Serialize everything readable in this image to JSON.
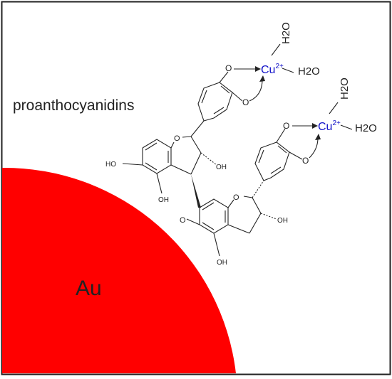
{
  "labels": {
    "title": "proanthocyanidins",
    "gold": "Au",
    "oh": "OH",
    "ho": "HO",
    "o": "O",
    "cu": "Cu",
    "cu_charge": "2+",
    "water": "H2O"
  },
  "colors": {
    "gold_particle": "#ff0000",
    "copper_ion": "#1010c8",
    "border": "#222222",
    "bond": "#222222"
  }
}
